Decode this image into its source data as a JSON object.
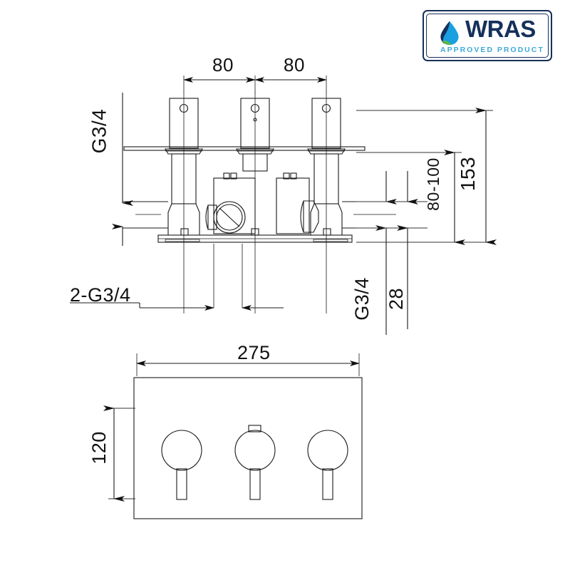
{
  "document": {
    "title": "Concealed Thermostatic Shower Valve Dimensional Drawing",
    "drawing_type": "engineering-dimensional-drawing",
    "units": "mm",
    "line_color": "#1a1a1a",
    "background_color": "#ffffff"
  },
  "badge": {
    "name": "wras-approved-product",
    "word": "WRAS",
    "subtitle": "APPROVED PRODUCT",
    "border_color": "#16305c",
    "word_color": "#16305c",
    "subtitle_color": "#3fa9d8",
    "droplet_colors": {
      "dark": "#16305c",
      "blue": "#1a9fe0",
      "green": "#5cb947"
    }
  },
  "views": {
    "side_section": {
      "name": "side-section-view",
      "description": "Sectional side elevation of 3-handle concealed valve body with wall plate"
    },
    "front": {
      "name": "front-elevation-view",
      "description": "Front face plate with three round lever handles"
    }
  },
  "dimensions": {
    "spacing_left": {
      "label": "80",
      "orientation": "horizontal",
      "description": "Centre to centre spacing, left handle to middle handle"
    },
    "spacing_right": {
      "label": "80",
      "orientation": "horizontal",
      "description": "Centre to centre spacing, middle handle to right handle"
    },
    "overall_height": {
      "label": "153",
      "orientation": "vertical",
      "description": "Overall height from base plate to top of handle stem"
    },
    "depth_range": {
      "label": "80-100",
      "orientation": "vertical",
      "description": "Adjustable installation depth range"
    },
    "outlet_offset": {
      "label": "28",
      "orientation": "vertical",
      "description": "Outlet centreline offset"
    },
    "plate_width": {
      "label": "275",
      "orientation": "horizontal",
      "description": "Overall face plate width"
    },
    "plate_height": {
      "label": "120",
      "orientation": "vertical",
      "description": "Overall face plate height"
    }
  },
  "callouts": {
    "top_inlet_thread": {
      "label": "G3/4",
      "orientation": "vertical",
      "description": "Upper inlet connection thread size"
    },
    "dual_inlet_thread": {
      "label": "2-G3/4",
      "orientation": "horizontal",
      "description": "Two inlet connections, G3/4 thread"
    },
    "outlet_thread": {
      "label": "G3/4",
      "orientation": "vertical",
      "description": "Outlet connection thread size"
    }
  }
}
